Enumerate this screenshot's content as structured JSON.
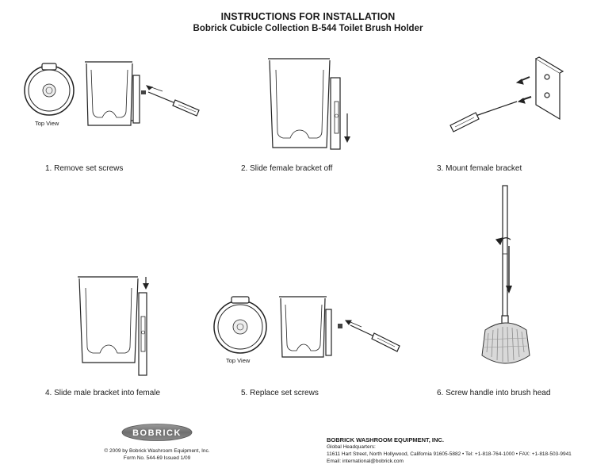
{
  "header": {
    "title": "INSTRUCTIONS FOR INSTALLATION",
    "subtitle": "Bobrick Cubicle Collection B-544 Toilet Brush Holder"
  },
  "steps": [
    {
      "label": "1. Remove set screws"
    },
    {
      "label": "2. Slide female bracket off"
    },
    {
      "label": "3. Mount female bracket"
    },
    {
      "label": "4. Slide male bracket into female"
    },
    {
      "label": "5. Replace set screws"
    },
    {
      "label": "6. Screw handle into brush head"
    }
  ],
  "top_view_label": "Top View",
  "footer": {
    "logo_text": "BOBRICK",
    "copyright": "© 2009 by Bobrick Washroom Equipment, Inc.",
    "form_no": "Form No. 544-69   Issued 1/09",
    "company": "BOBRICK WASHROOM EQUIPMENT, INC.",
    "hq_label": "Global Headquarters:",
    "address_line": "11611 Hart Street, North Hollywood, California 91605-5882 • Tel: +1-818-764-1000 • FAX: +1-818-503-9941",
    "email_line": "Email: international@bobrick.com"
  }
}
